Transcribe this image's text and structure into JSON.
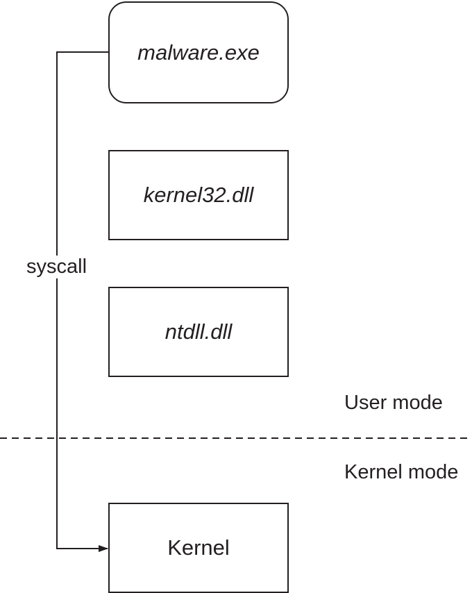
{
  "boxes": {
    "malware": "malware.exe",
    "kernel32": "kernel32.dll",
    "ntdll": "ntdll.dll",
    "kernel": "Kernel"
  },
  "arrow_label": "syscall",
  "zones": {
    "user": "User mode",
    "kernel": "Kernel mode"
  },
  "colors": {
    "stroke": "#231f20",
    "background": "#ffffff"
  }
}
